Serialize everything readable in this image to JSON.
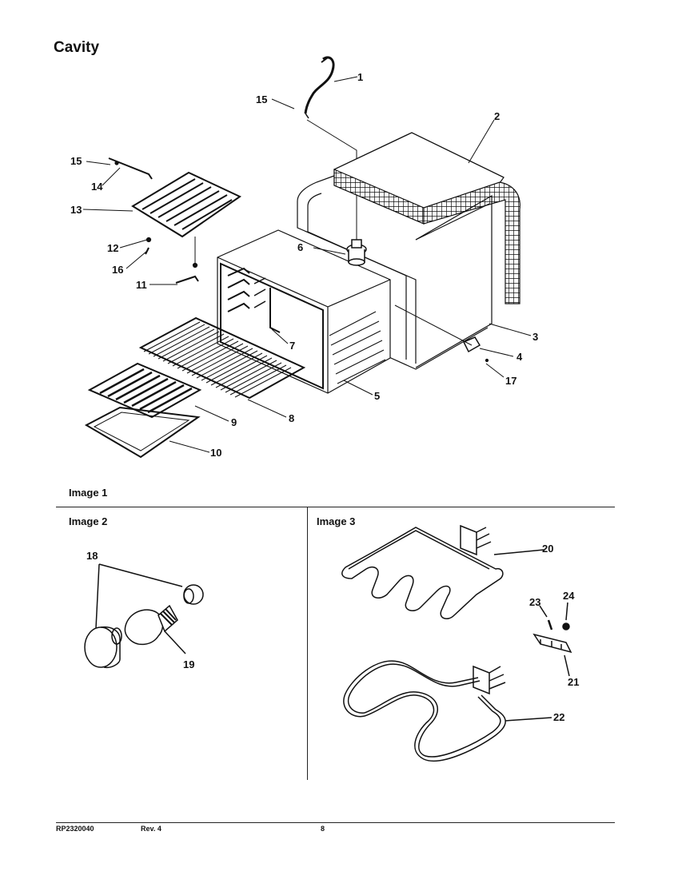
{
  "page": {
    "title": "Cavity",
    "image_labels": [
      "Image 1",
      "Image 2",
      "Image 3"
    ]
  },
  "callouts": {
    "main": [
      "1",
      "2",
      "3",
      "4",
      "5",
      "6",
      "7",
      "8",
      "9",
      "10",
      "11",
      "12",
      "13",
      "14",
      "15",
      "15",
      "16",
      "17"
    ],
    "image2": [
      "18",
      "19"
    ],
    "image3": [
      "20",
      "21",
      "22",
      "23",
      "24"
    ]
  },
  "footer": {
    "part_number": "RP2320040",
    "revision": "Rev. 4",
    "page_number": "8"
  }
}
